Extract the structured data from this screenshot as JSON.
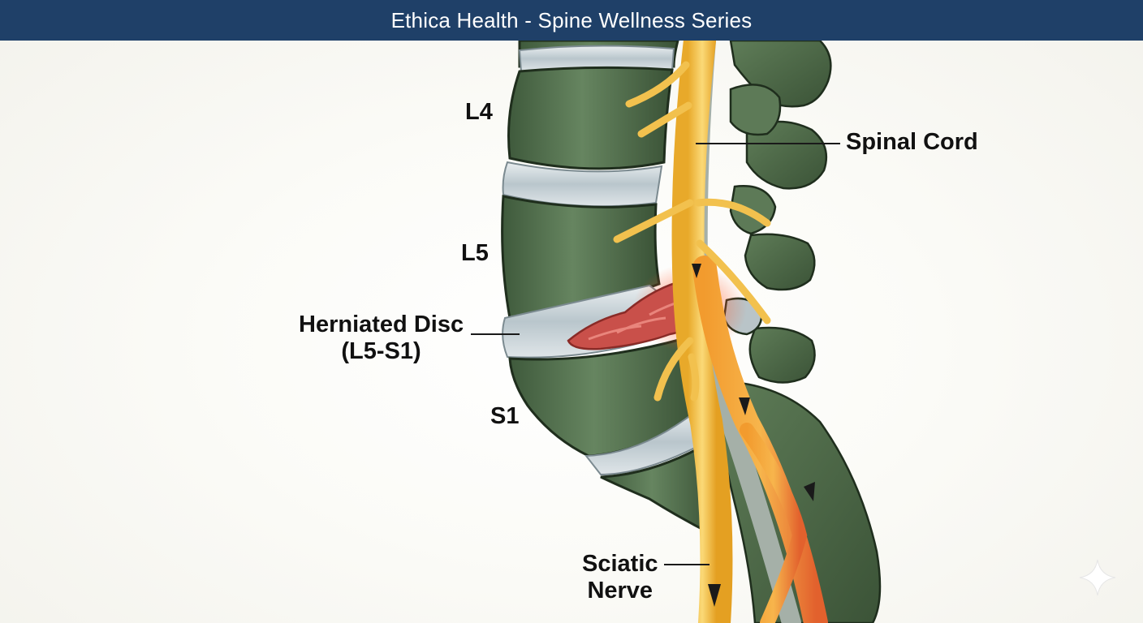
{
  "header": {
    "title": "Ethica Health - Spine Wellness Series"
  },
  "labels": {
    "l4": "L4",
    "l5": "L5",
    "s1": "S1",
    "herniated_line1": "Herniated Disc",
    "herniated_line2": "(L5-S1)",
    "spinal_cord": "Spinal Cord",
    "sciatic_line1": "Sciatic",
    "sciatic_line2": "Nerve"
  },
  "colors": {
    "header_bg": "#1f4068",
    "vertebra": "#4f6b4a",
    "disc": "#cfd8dc",
    "nerve": "#f2c14e",
    "inflamed": "#e8703a",
    "herniation": "#c9504a"
  },
  "icons": {
    "corner": "sparkle-icon"
  }
}
